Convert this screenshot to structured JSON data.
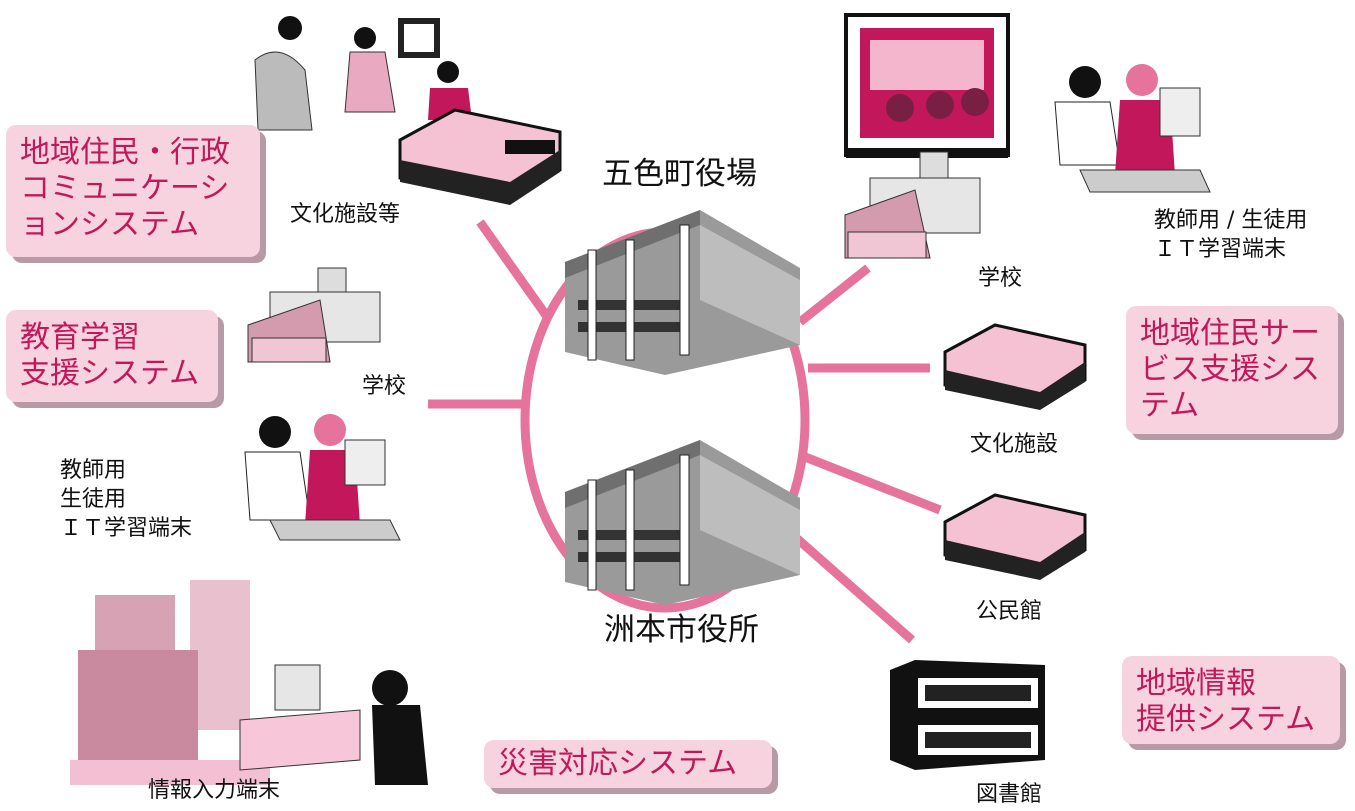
{
  "center": {
    "top_label": "五色町役場",
    "bottom_label": "洲本市役所"
  },
  "systems": {
    "community": "地域住民・行政\nコミュニケーシ\nョンシステム",
    "education": "教育学習\n支援システム",
    "resident_service": "地域住民サー\nビス支援シス\nテム",
    "info_provision": "地域情報\n提供システム",
    "disaster": "災害対応システム"
  },
  "nodes": {
    "culture_etc": "文化施設等",
    "school_left": "学校",
    "terminal_left": "教師用\n生徒用\nＩＴ学習端末",
    "info_input": "情報入力端末",
    "school_right": "学校",
    "terminal_right": "教師用 / 生徒用\nＩＴ学習端末",
    "culture": "文化施設",
    "community_hall": "公民館",
    "library": "図書館"
  },
  "colors": {
    "accent": "#e5739c",
    "box_fill": "#f7d3df",
    "box_text": "#c2185b",
    "box_shadow": "#b79aa6"
  }
}
